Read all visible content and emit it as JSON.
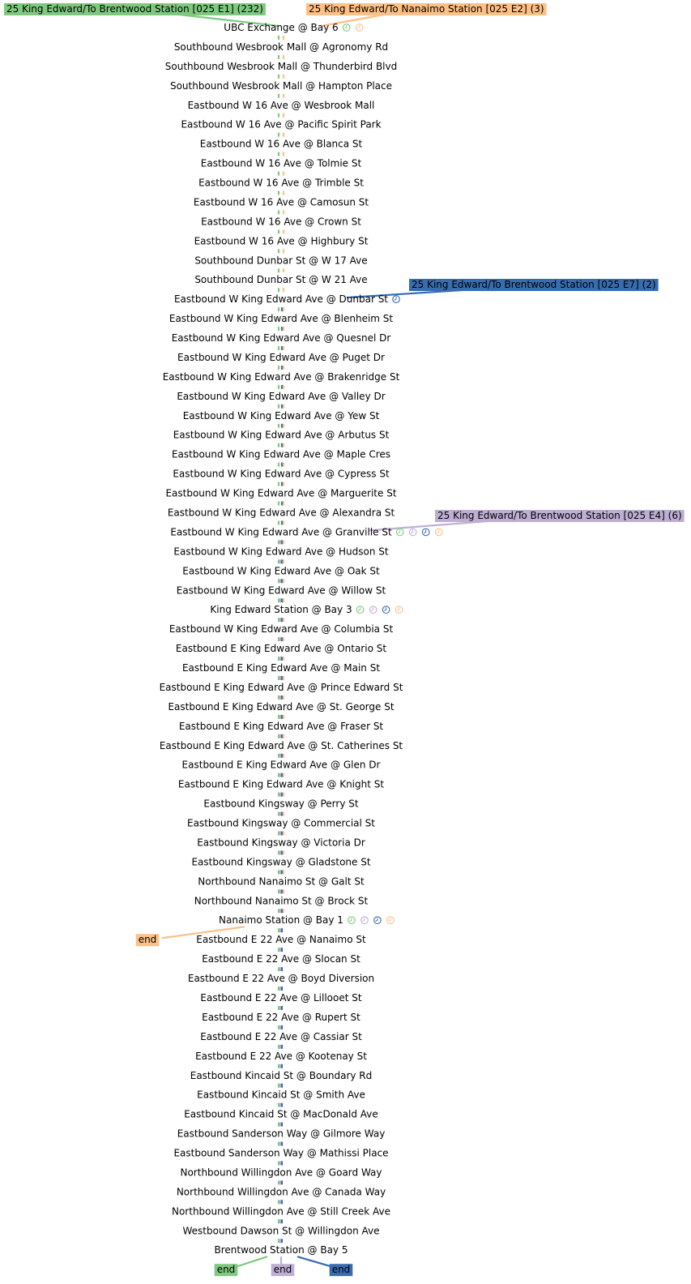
{
  "colors": {
    "e1": "#7fc97f",
    "e2": "#fdc086",
    "e7": "#386cb0",
    "e4": "#beaed4",
    "stop_tick": "#e0e0e0",
    "text": "#000000"
  },
  "routes": {
    "e1": {
      "label": "25 King Edward/To Brentwood Station [025 E1] (232)",
      "end_label": "end"
    },
    "e2": {
      "label": "25 King Edward/To Nanaimo Station [025 E2] (3)",
      "end_label": "end"
    },
    "e7": {
      "label": "25 King Edward/To Brentwood Station [025 E7] (2)",
      "end_label": "end"
    },
    "e4": {
      "label": "25 King Edward/To Brentwood Station [025 E4] (6)",
      "end_label": "end"
    }
  },
  "stops": [
    {
      "name": "UBC Exchange @ Bay 6",
      "icons": [
        "e1",
        "e2"
      ]
    },
    {
      "name": "Southbound Wesbrook Mall @ Agronomy Rd"
    },
    {
      "name": "Southbound Wesbrook Mall @ Thunderbird Blvd"
    },
    {
      "name": "Southbound Wesbrook Mall @ Hampton Place"
    },
    {
      "name": "Eastbound W 16 Ave @ Wesbrook Mall"
    },
    {
      "name": "Eastbound W 16 Ave @ Pacific Spirit Park"
    },
    {
      "name": "Eastbound W 16 Ave @ Blanca St"
    },
    {
      "name": "Eastbound W 16 Ave @ Tolmie St"
    },
    {
      "name": "Eastbound W 16 Ave @ Trimble St"
    },
    {
      "name": "Eastbound W 16 Ave @ Camosun St"
    },
    {
      "name": "Eastbound W 16 Ave @ Crown St"
    },
    {
      "name": "Eastbound W 16 Ave @ Highbury St"
    },
    {
      "name": "Southbound Dunbar St @ W 17 Ave"
    },
    {
      "name": "Southbound Dunbar St @ W 21 Ave"
    },
    {
      "name": "Eastbound W King Edward Ave @ Dunbar St",
      "icons": [
        "e7"
      ]
    },
    {
      "name": "Eastbound W King Edward Ave @ Blenheim St"
    },
    {
      "name": "Eastbound W King Edward Ave @ Quesnel Dr"
    },
    {
      "name": "Eastbound W King Edward Ave @ Puget Dr"
    },
    {
      "name": "Eastbound W King Edward Ave @ Brakenridge St"
    },
    {
      "name": "Eastbound W King Edward Ave @ Valley Dr"
    },
    {
      "name": "Eastbound W King Edward Ave @ Yew St"
    },
    {
      "name": "Eastbound W King Edward Ave @ Arbutus St"
    },
    {
      "name": "Eastbound W King Edward Ave @ Maple Cres"
    },
    {
      "name": "Eastbound W King Edward Ave @ Cypress St"
    },
    {
      "name": "Eastbound W King Edward Ave @ Marguerite St"
    },
    {
      "name": "Eastbound W King Edward Ave @ Alexandra St"
    },
    {
      "name": "Eastbound W King Edward Ave @ Granville St",
      "icons": [
        "e1",
        "e4",
        "e7",
        "e2"
      ]
    },
    {
      "name": "Eastbound W King Edward Ave @ Hudson St"
    },
    {
      "name": "Eastbound W King Edward Ave @ Oak St"
    },
    {
      "name": "Eastbound W King Edward Ave @ Willow St"
    },
    {
      "name": "King Edward Station @ Bay 3",
      "icons": [
        "e1",
        "e4",
        "e7",
        "e2"
      ]
    },
    {
      "name": "Eastbound W King Edward Ave @ Columbia St"
    },
    {
      "name": "Eastbound E King Edward Ave @ Ontario St"
    },
    {
      "name": "Eastbound E King Edward Ave @ Main St"
    },
    {
      "name": "Eastbound E King Edward Ave @ Prince Edward St"
    },
    {
      "name": "Eastbound E King Edward Ave @ St. George St"
    },
    {
      "name": "Eastbound E King Edward Ave @ Fraser St"
    },
    {
      "name": "Eastbound E King Edward Ave @ St. Catherines St"
    },
    {
      "name": "Eastbound E King Edward Ave @ Glen Dr"
    },
    {
      "name": "Eastbound E King Edward Ave @ Knight St"
    },
    {
      "name": "Eastbound Kingsway @ Perry St"
    },
    {
      "name": "Eastbound Kingsway @ Commercial St"
    },
    {
      "name": "Eastbound Kingsway @ Victoria Dr"
    },
    {
      "name": "Eastbound Kingsway @ Gladstone St"
    },
    {
      "name": "Northbound Nanaimo St @ Galt St"
    },
    {
      "name": "Northbound Nanaimo St @ Brock St"
    },
    {
      "name": "Nanaimo Station @ Bay 1",
      "icons": [
        "e1",
        "e4",
        "e7",
        "e2"
      ]
    },
    {
      "name": "Eastbound E 22 Ave @ Nanaimo St"
    },
    {
      "name": "Eastbound E 22 Ave @ Slocan St"
    },
    {
      "name": "Eastbound E 22 Ave @ Boyd Diversion"
    },
    {
      "name": "Eastbound E 22 Ave @ Lillooet St"
    },
    {
      "name": "Eastbound E 22 Ave @ Rupert St"
    },
    {
      "name": "Eastbound E 22 Ave @ Cassiar St"
    },
    {
      "name": "Eastbound E 22 Ave @ Kootenay St"
    },
    {
      "name": "Eastbound Kincaid St @ Boundary Rd"
    },
    {
      "name": "Eastbound Kincaid St @ Smith Ave"
    },
    {
      "name": "Eastbound Kincaid St @ MacDonald Ave"
    },
    {
      "name": "Eastbound Sanderson Way @ Gilmore Way"
    },
    {
      "name": "Eastbound Sanderson Way @ Mathissi Place"
    },
    {
      "name": "Northbound Willingdon Ave @ Goard Way"
    },
    {
      "name": "Northbound Willingdon Ave @ Canada Way"
    },
    {
      "name": "Northbound Willingdon Ave @ Still Creek Ave"
    },
    {
      "name": "Westbound Dawson St @ Willingdon Ave"
    },
    {
      "name": "Brentwood Station @ Bay 5"
    }
  ]
}
